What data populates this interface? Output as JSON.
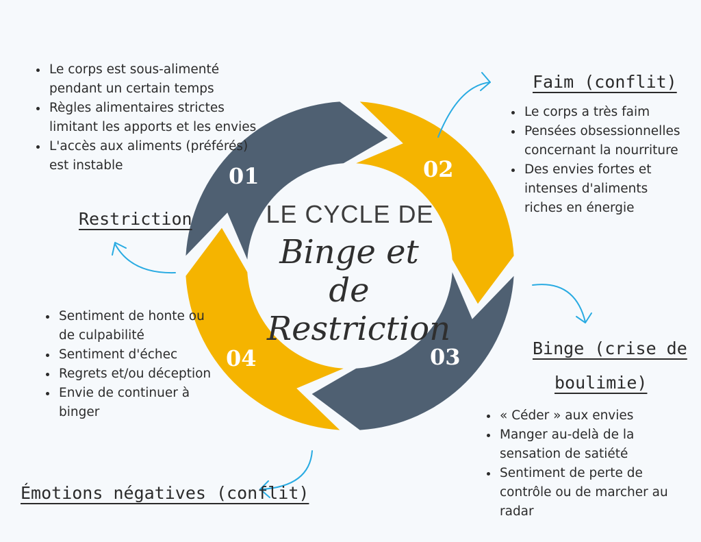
{
  "center": {
    "line1": "LE CYCLE DE",
    "line2": "Binge et de Restriction"
  },
  "segments": [
    {
      "number": "01",
      "color": "#4f6072"
    },
    {
      "number": "02",
      "color": "#f5b400"
    },
    {
      "number": "03",
      "color": "#4f6072"
    },
    {
      "number": "04",
      "color": "#f5b400"
    }
  ],
  "colors": {
    "arrow": "#29abe2",
    "background": "#f6f9fc"
  },
  "stages": {
    "restriction": {
      "title": "Restriction",
      "bullets": [
        "Le corps est sous-alimenté pendant un certain temps",
        "Règles alimentaires strictes limitant les apports et les envies",
        "L'accès aux aliments (préférés) est instable"
      ]
    },
    "faim": {
      "title": "Faim (conflit)",
      "bullets": [
        "Le corps a très faim",
        "Pensées obsessionnelles concernant la nourriture",
        "Des envies fortes et intenses d'aliments riches en énergie"
      ]
    },
    "binge": {
      "title_line1": "Binge (crise de",
      "title_line2": "boulimie)",
      "bullets": [
        "« Céder » aux envies",
        "Manger au-delà de la sensation de satiété",
        "Sentiment de perte de contrôle ou de marcher au radar"
      ]
    },
    "emotions": {
      "title": "Émotions négatives (conflit)",
      "bullets": [
        "Sentiment de honte ou de culpabilité",
        "Sentiment d'échec",
        "Regrets et/ou déception",
        "Envie de continuer à binger"
      ]
    }
  }
}
